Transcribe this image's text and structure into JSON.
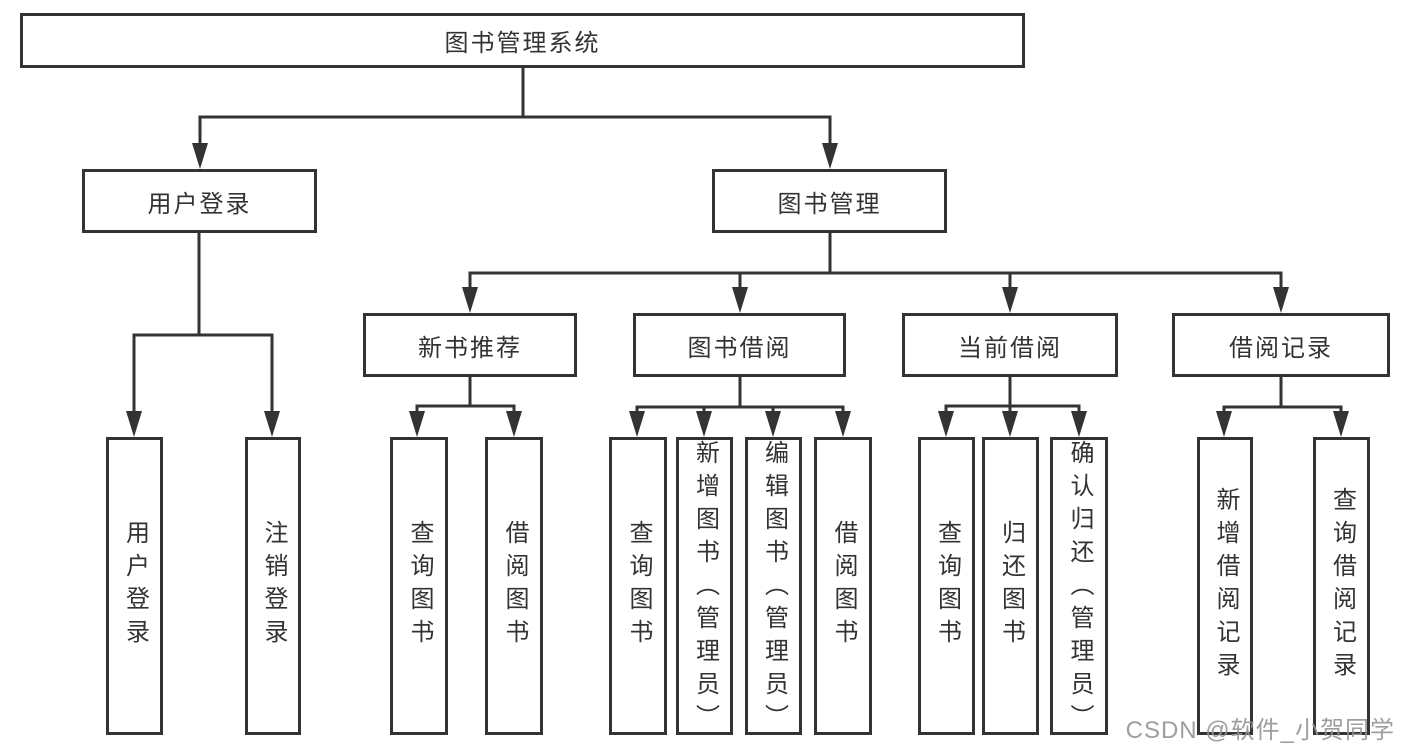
{
  "title": "图书管理系统",
  "nodes": {
    "root": {
      "label": "图书管理系统"
    },
    "user_login": {
      "label": "用户登录"
    },
    "book_mgmt": {
      "label": "图书管理"
    },
    "new_book_rec": {
      "label": "新书推荐"
    },
    "book_borrow": {
      "label": "图书借阅"
    },
    "current_borrow": {
      "label": "当前借阅"
    },
    "borrow_records": {
      "label": "借阅记录"
    },
    "ul_user_login": {
      "label": "用户登录"
    },
    "ul_logout": {
      "label": "注销登录"
    },
    "nbr_query": {
      "label": "查询图书"
    },
    "nbr_borrow": {
      "label": "借阅图书"
    },
    "bb_query": {
      "label": "查询图书"
    },
    "bb_add": {
      "label": "新增图书（管理员）"
    },
    "bb_edit": {
      "label": "编辑图书（管理员）"
    },
    "bb_borrow": {
      "label": "借阅图书"
    },
    "cb_query": {
      "label": "查询图书"
    },
    "cb_return": {
      "label": "归还图书"
    },
    "cb_confirm": {
      "label": "确认归还（管理员）"
    },
    "br_add": {
      "label": "新增借阅记录"
    },
    "br_query": {
      "label": "查询借阅记录"
    }
  },
  "hierarchy": {
    "图书管理系统": {
      "用户登录": [
        "用户登录",
        "注销登录"
      ],
      "图书管理": {
        "新书推荐": [
          "查询图书",
          "借阅图书"
        ],
        "图书借阅": [
          "查询图书",
          "新增图书（管理员）",
          "编辑图书（管理员）",
          "借阅图书"
        ],
        "当前借阅": [
          "查询图书",
          "归还图书",
          "确认归还（管理员）"
        ],
        "借阅记录": [
          "新增借阅记录",
          "查询借阅记录"
        ]
      }
    }
  },
  "watermark": {
    "text": "CSDN @软件_小贺同学"
  },
  "colors": {
    "line": "#333333",
    "box_border": "#333333",
    "text": "#333333",
    "background": "#ffffff",
    "watermark": "#949494"
  }
}
